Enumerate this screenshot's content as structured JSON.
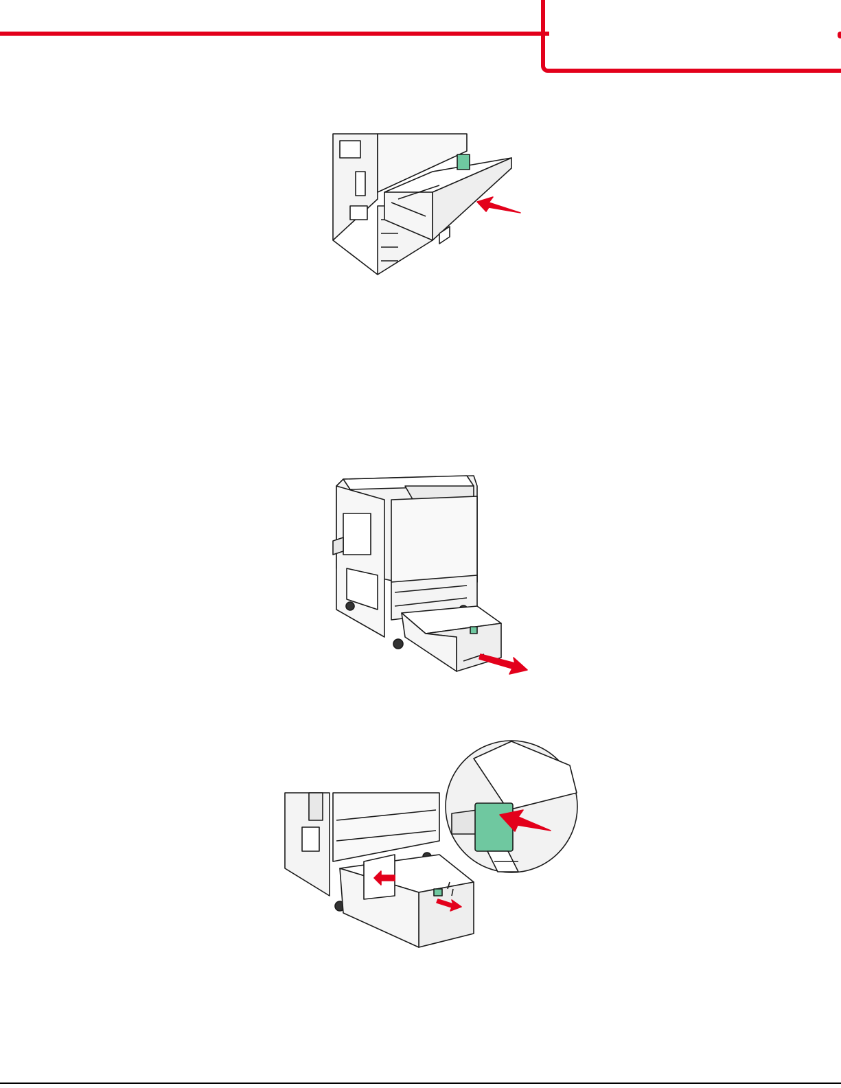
{
  "colors": {
    "accent": "#e3001b",
    "guide_green": "#6fc8a0",
    "line": "#1a1a1a",
    "panel": "#f4f4f4"
  },
  "figures": [
    {
      "icon": "tray-insert-illustration"
    },
    {
      "icon": "tray-remove-illustration"
    },
    {
      "icon": "tray-guide-adjust-illustration"
    }
  ]
}
